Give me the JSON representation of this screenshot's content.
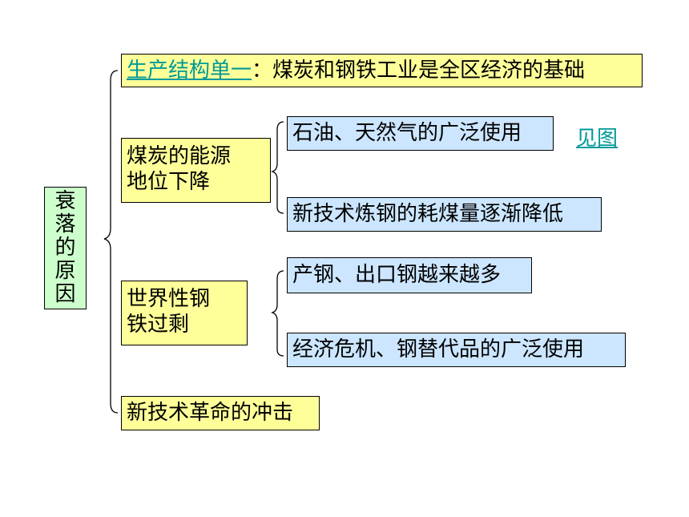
{
  "root": {
    "chars": [
      "衰",
      "落",
      "的",
      "原",
      "因"
    ]
  },
  "cause1": {
    "link": "生产结构单一",
    "text": "：煤炭和钢铁工业是全区经济的基础"
  },
  "cause2": {
    "lines": [
      "煤炭的能源",
      "地位下降"
    ],
    "sub1": "石油、天然气的广泛使用",
    "sub2": "新技术炼钢的耗煤量逐渐降低",
    "see_fig": "见图"
  },
  "cause3": {
    "lines": [
      "世界性钢",
      "铁过剩"
    ],
    "sub1": "产钢、出口钢越来越多",
    "sub2": "经济危机、钢替代品的广泛使用"
  },
  "cause4": {
    "text": "新技术革命的冲击"
  },
  "colors": {
    "yellow": "#ffff99",
    "light_blue": "#cce6ff",
    "light_green": "#ccffcc",
    "link_teal": "#009999"
  }
}
